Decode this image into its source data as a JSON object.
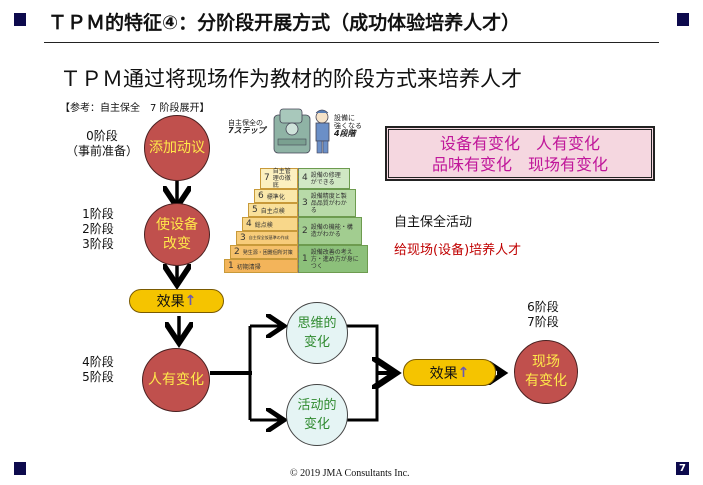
{
  "header": {
    "title": "ＴＰＭ的特征④：分阶段开展方式（成功体验培养人才）",
    "subtitle": "ＴＰＭ通过将现场作为教材的阶段方式来培养人才",
    "reference": "【参考：自主保全　7 阶段展开】"
  },
  "flow": {
    "stage0_line1": "0阶段",
    "stage0_line2": "（事前准备）",
    "circle_start": "添加动议",
    "stage1": "1阶段",
    "stage2": "2阶段",
    "stage3": "3阶段",
    "circle_equipment_line1": "使设备",
    "circle_equipment_line2": "改变",
    "effect1_text": "效果",
    "effect_arrow": "↑",
    "stage4": "4阶段",
    "stage5": "5阶段",
    "circle_people": "人有变化",
    "circle_thinking_line1": "思维的",
    "circle_thinking_line2": "变化",
    "circle_activity_line1": "活动的",
    "circle_activity_line2": "变化",
    "effect2_text": "效果",
    "stage6": "6阶段",
    "stage7": "7阶段",
    "circle_site_line1": "现场",
    "circle_site_line2": "有变化"
  },
  "changes_box": {
    "line1": "设备有变化　人有变化",
    "line2": "品味有变化　现场有变化"
  },
  "notes": {
    "activity": "自主保全活动",
    "cultivate": "给现场(设备)培养人才"
  },
  "illustration": {
    "left_caption_line1": "自主保全の",
    "left_caption_line2": "7ステップ",
    "right_caption_line1": "設備に",
    "right_caption_line2": "強くなる",
    "right_caption_line3": "4段階",
    "steps": [
      {
        "num": "1",
        "label": "初期清掃"
      },
      {
        "num": "2",
        "label": "発生源・困難個所対策"
      },
      {
        "num": "3",
        "label": "自主保全仮基準の作成"
      },
      {
        "num": "4",
        "label": "総点検"
      },
      {
        "num": "5",
        "label": "自主点検"
      },
      {
        "num": "6",
        "label": "標準化"
      },
      {
        "num": "7",
        "label": "自主管理の徹底"
      }
    ],
    "levels": [
      {
        "num": "1",
        "label": "設備改善の考え方・進め方が身につく"
      },
      {
        "num": "2",
        "label": "設備の機能・構造がわかる"
      },
      {
        "num": "3",
        "label": "設備精度と製品品質がわかる"
      },
      {
        "num": "4",
        "label": "設備の修理ができる"
      }
    ]
  },
  "footer": {
    "copyright": "© 2019 JMA Consultants Inc.",
    "page_number": "7"
  },
  "colors": {
    "navy": "#0d0a4d",
    "red_circle": "#c0504d",
    "circle_text": "#ffe94a",
    "green_circle_fill": "#e5f4f4",
    "green_text": "#2f8a2f",
    "pill_fill": "#f5c400",
    "pink_box": "#f5d7e0",
    "magenta_text": "#c0179a",
    "red_text": "#c00000"
  }
}
